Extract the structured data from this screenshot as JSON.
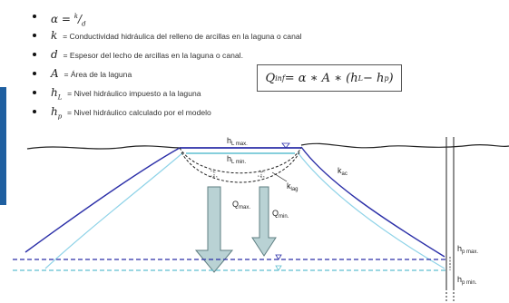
{
  "definitions": [
    {
      "symbol": "α = ",
      "frac_num": "k",
      "frac_den": "d",
      "desc": ""
    },
    {
      "symbol": "k",
      "desc": "= Conductividad hidráulica del relleno de arcillas en la laguna o canal"
    },
    {
      "symbol": "d",
      "desc": "= Espesor del lecho de arcillas en la laguna o canal."
    },
    {
      "symbol": "A",
      "desc": "= Área de la laguna"
    },
    {
      "symbol": "h",
      "sub": "L",
      "desc": "= Nivel hidráulico impuesto a la laguna"
    },
    {
      "symbol": "h",
      "sub": "p",
      "desc": "= Nivel hidráulico calculado por el modelo"
    }
  ],
  "equation": {
    "lhs": "Q",
    "lhs_sub": "inf",
    "rhs_before": " = α ∗ A ∗ (h",
    "rhs_sub1": "L",
    "rhs_mid": " − h",
    "rhs_sub2": "p",
    "rhs_after": ")"
  },
  "diagram_labels": {
    "hl_max": "h",
    "hl_max_sub": "L max.",
    "hl_min": "h",
    "hl_min_sub": "L min.",
    "k_lag": "k",
    "k_lag_sub": "lag",
    "k_ac": "k",
    "k_ac_sub": "ac",
    "q_max": "Q",
    "q_max_sub": "max.",
    "q_min": "Q",
    "q_min_sub": "min.",
    "hp_max": "h",
    "hp_max_sub": "p max.",
    "hp_min": "h",
    "hp_min_sub": "p min."
  },
  "colors": {
    "accent": "#1f5fa0",
    "dark_blue": "#2b2fa8",
    "light_blue": "#8fd3e8",
    "arrow_fill": "#b9d2d4",
    "arrow_stroke": "#5f7f82"
  }
}
